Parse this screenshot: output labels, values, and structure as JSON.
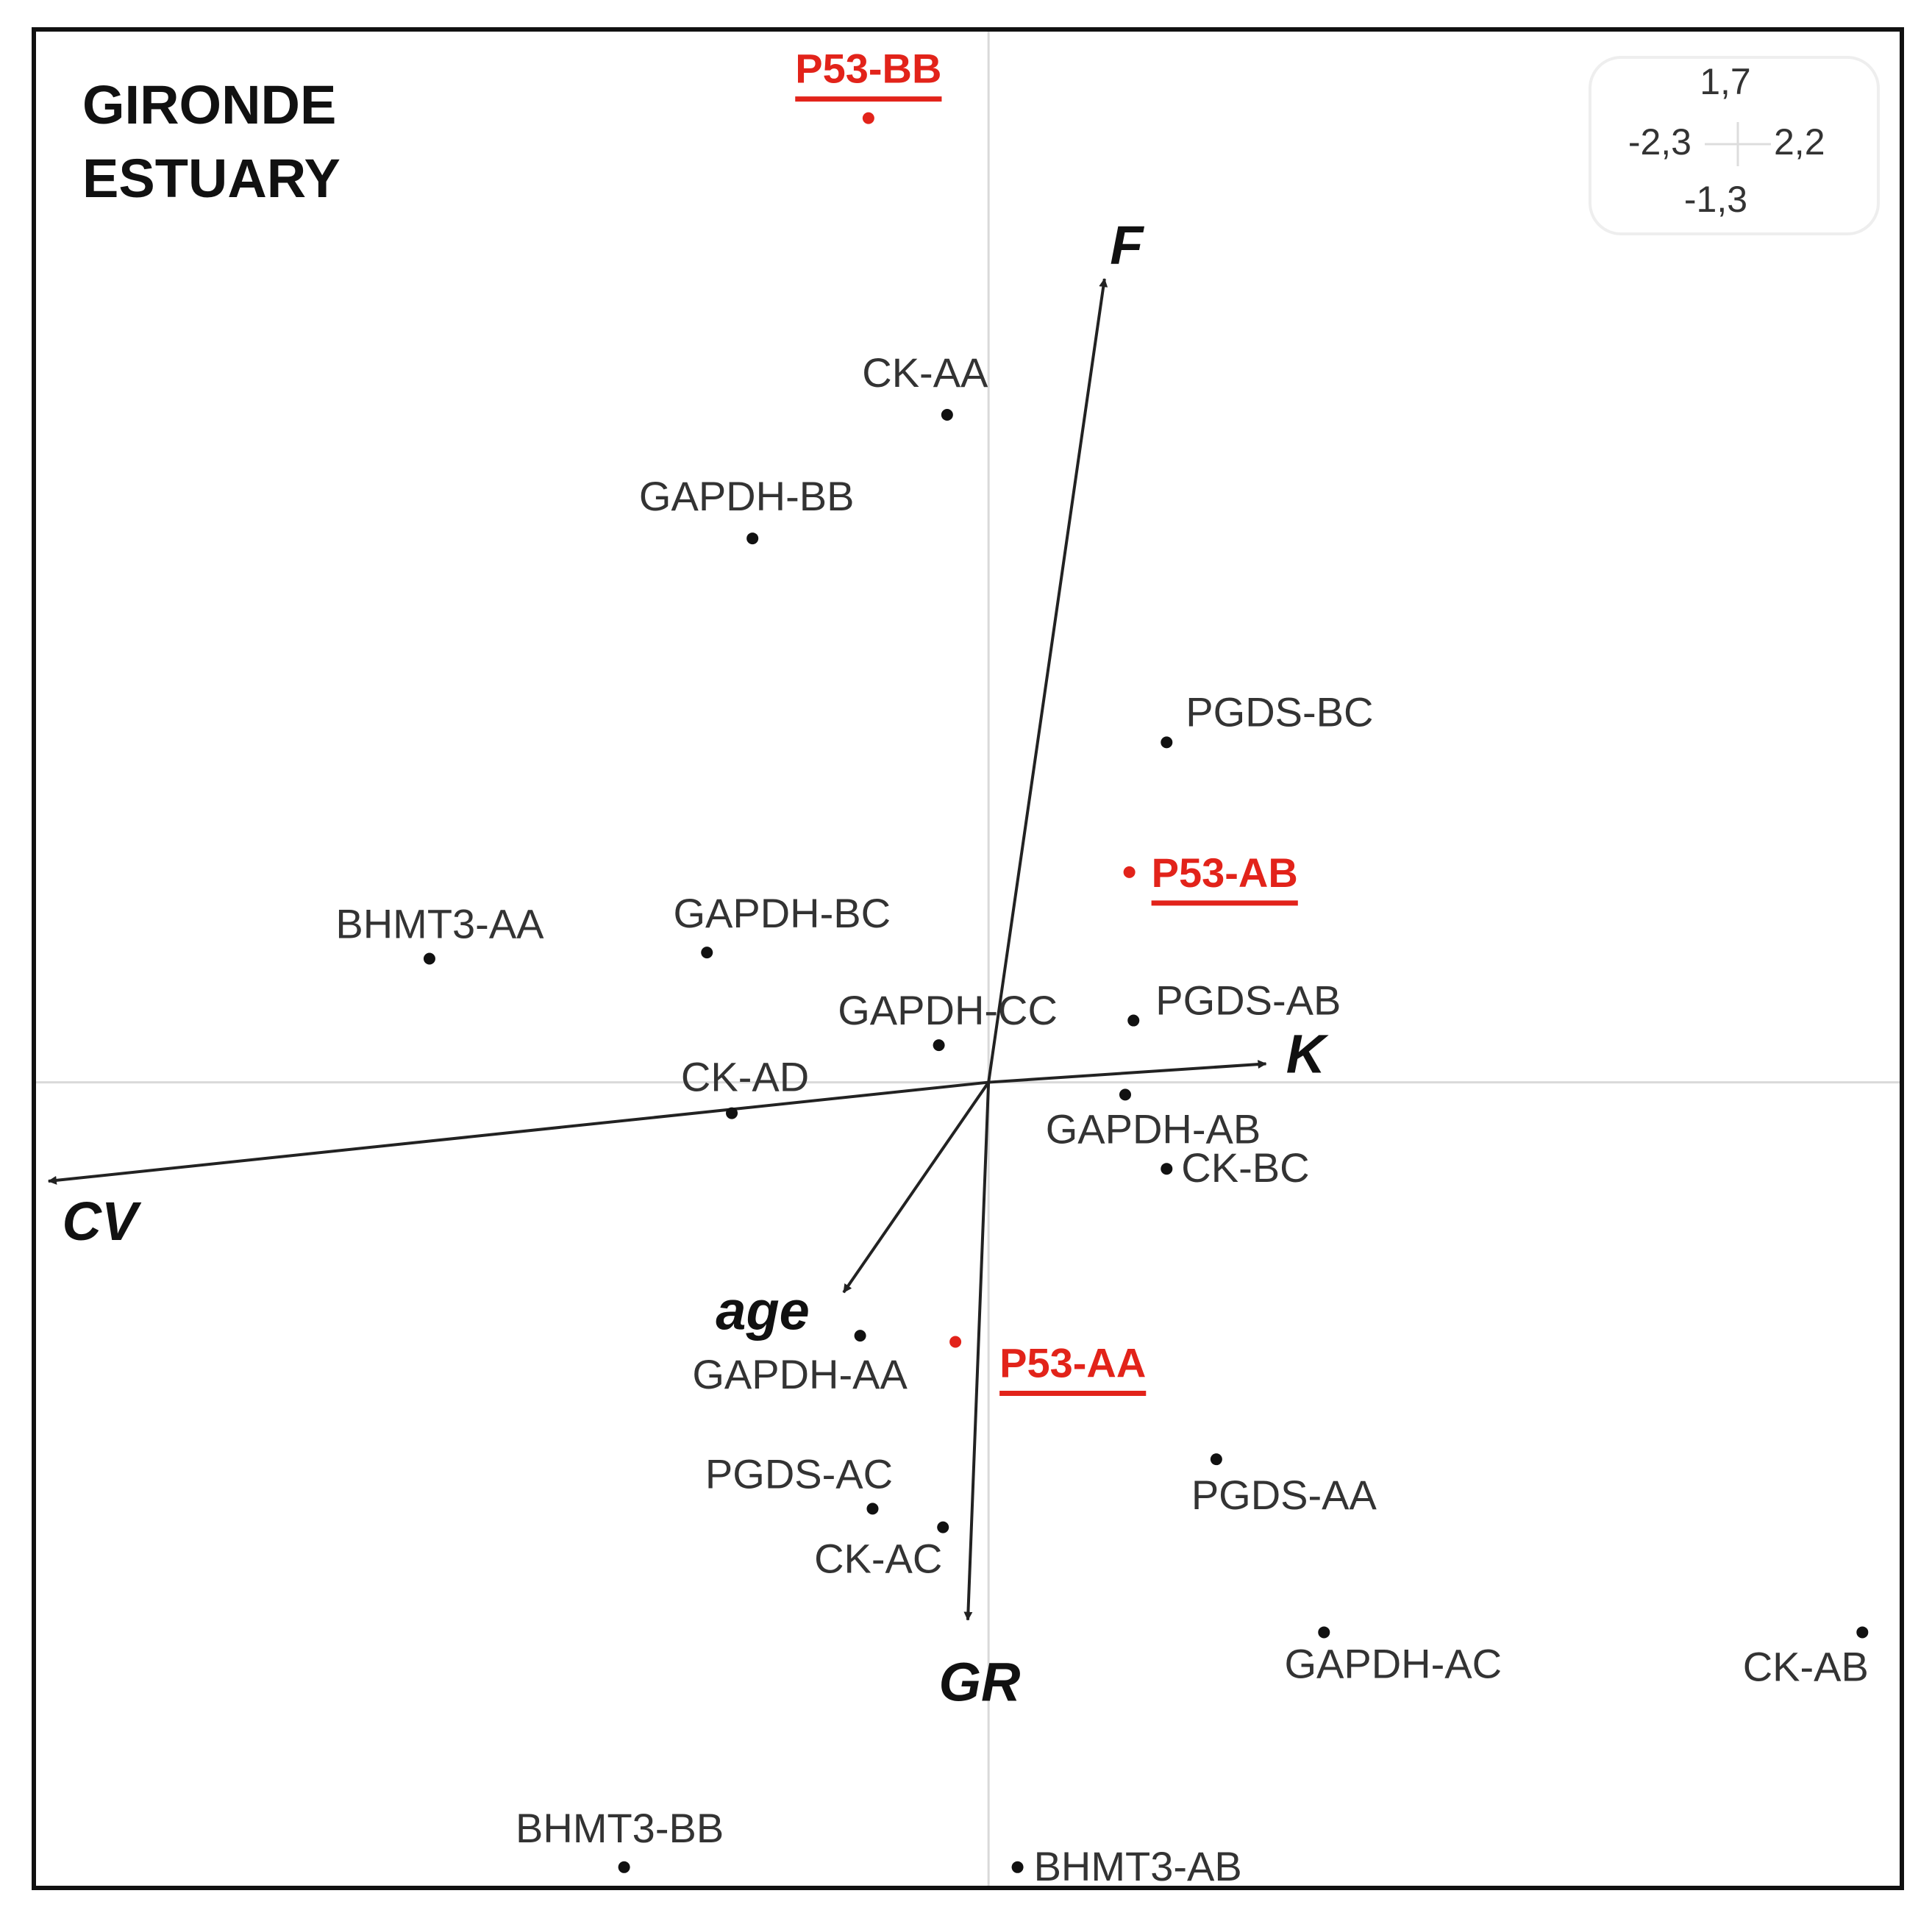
{
  "chart_data": {
    "type": "scatter",
    "title": [
      "GIRONDE",
      "ESTUARY"
    ],
    "xlim": [
      -2.3,
      2.2
    ],
    "ylim": [
      -1.3,
      1.7
    ],
    "scale_box": {
      "top": "1,7",
      "left": "-2,3",
      "right": "2,2",
      "bottom": "-1,3"
    },
    "points": [
      {
        "label": "P53-BB",
        "x": -0.29,
        "y": 1.56,
        "highlight": true
      },
      {
        "label": "CK-AA",
        "x": -0.1,
        "y": 1.08,
        "highlight": false
      },
      {
        "label": "GAPDH-BB",
        "x": -0.57,
        "y": 0.88,
        "highlight": false
      },
      {
        "label": "PGDS-BC",
        "x": 0.43,
        "y": 0.55,
        "highlight": false
      },
      {
        "label": "P53-AB",
        "x": 0.34,
        "y": 0.34,
        "highlight": true
      },
      {
        "label": "BHMT3-AA",
        "x": -1.35,
        "y": 0.2,
        "highlight": false
      },
      {
        "label": "GAPDH-BC",
        "x": -0.68,
        "y": 0.21,
        "highlight": false
      },
      {
        "label": "PGDS-AB",
        "x": 0.35,
        "y": 0.1,
        "highlight": false
      },
      {
        "label": "GAPDH-CC",
        "x": -0.12,
        "y": 0.06,
        "highlight": false
      },
      {
        "label": "CK-AD",
        "x": -0.62,
        "y": -0.05,
        "highlight": false
      },
      {
        "label": "GAPDH-AB",
        "x": 0.33,
        "y": -0.02,
        "highlight": false
      },
      {
        "label": "CK-BC",
        "x": 0.43,
        "y": -0.14,
        "highlight": false
      },
      {
        "label": "GAPDH-AA",
        "x": -0.31,
        "y": -0.41,
        "highlight": false
      },
      {
        "label": "P53-AA",
        "x": -0.08,
        "y": -0.42,
        "highlight": true
      },
      {
        "label": "PGDS-AA",
        "x": 0.55,
        "y": -0.61,
        "highlight": false
      },
      {
        "label": "PGDS-AC",
        "x": -0.28,
        "y": -0.69,
        "highlight": false
      },
      {
        "label": "CK-AC",
        "x": -0.11,
        "y": -0.72,
        "highlight": false
      },
      {
        "label": "GAPDH-AC",
        "x": 0.81,
        "y": -0.89,
        "highlight": false
      },
      {
        "label": "CK-AB",
        "x": 2.11,
        "y": -0.89,
        "highlight": false
      },
      {
        "label": "BHMT3-BB",
        "x": -0.88,
        "y": -1.27,
        "highlight": false
      },
      {
        "label": "BHMT3-AB",
        "x": 0.07,
        "y": -1.27,
        "highlight": false
      }
    ],
    "vectors": [
      {
        "label": "F",
        "x": 0.28,
        "y": 1.3
      },
      {
        "label": "K",
        "x": 0.67,
        "y": 0.03
      },
      {
        "label": "CV",
        "x": -2.27,
        "y": -0.16
      },
      {
        "label": "age",
        "x": -0.35,
        "y": -0.34
      },
      {
        "label": "GR",
        "x": -0.05,
        "y": -0.87
      }
    ],
    "colors": {
      "highlight": "#e2231a",
      "point": "#111111",
      "axis_line": "#d9d9d9",
      "vector": "#222222"
    },
    "grid": false
  }
}
